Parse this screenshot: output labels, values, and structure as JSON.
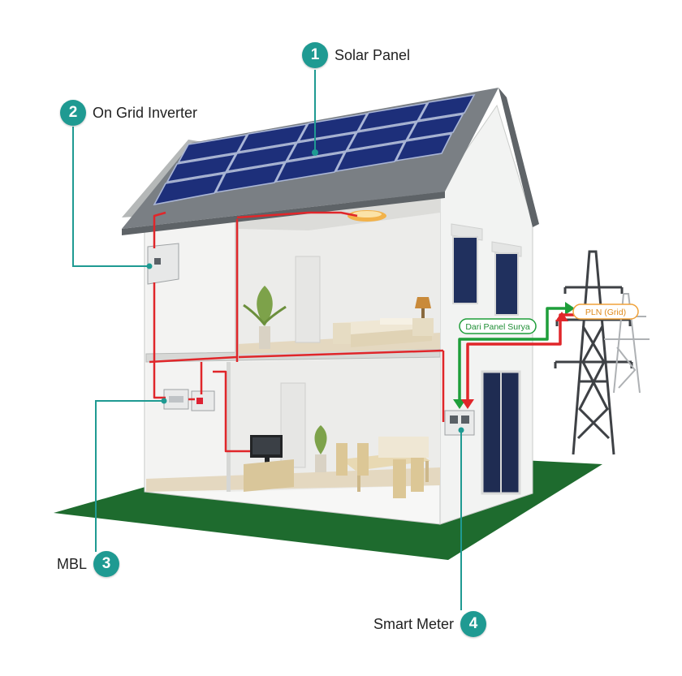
{
  "callouts": [
    {
      "number": "1",
      "label": "Solar Panel"
    },
    {
      "number": "2",
      "label": "On Grid Inverter"
    },
    {
      "number": "3",
      "label": "MBL"
    },
    {
      "number": "4",
      "label": "Smart Meter"
    }
  ],
  "flow_labels": {
    "from_solar": "Dari Panel Surya",
    "grid": "PLN (Grid)"
  },
  "colors": {
    "badge": "#1f9a92",
    "leader_line": "#1f9a92",
    "wire_red": "#e0262a",
    "arrow_green": "#1e9e3a",
    "grid_label_border": "#f0a23a",
    "lawn": "#1e6b2e",
    "roof": "#7a7f84",
    "panel": "#1d2f7a"
  }
}
